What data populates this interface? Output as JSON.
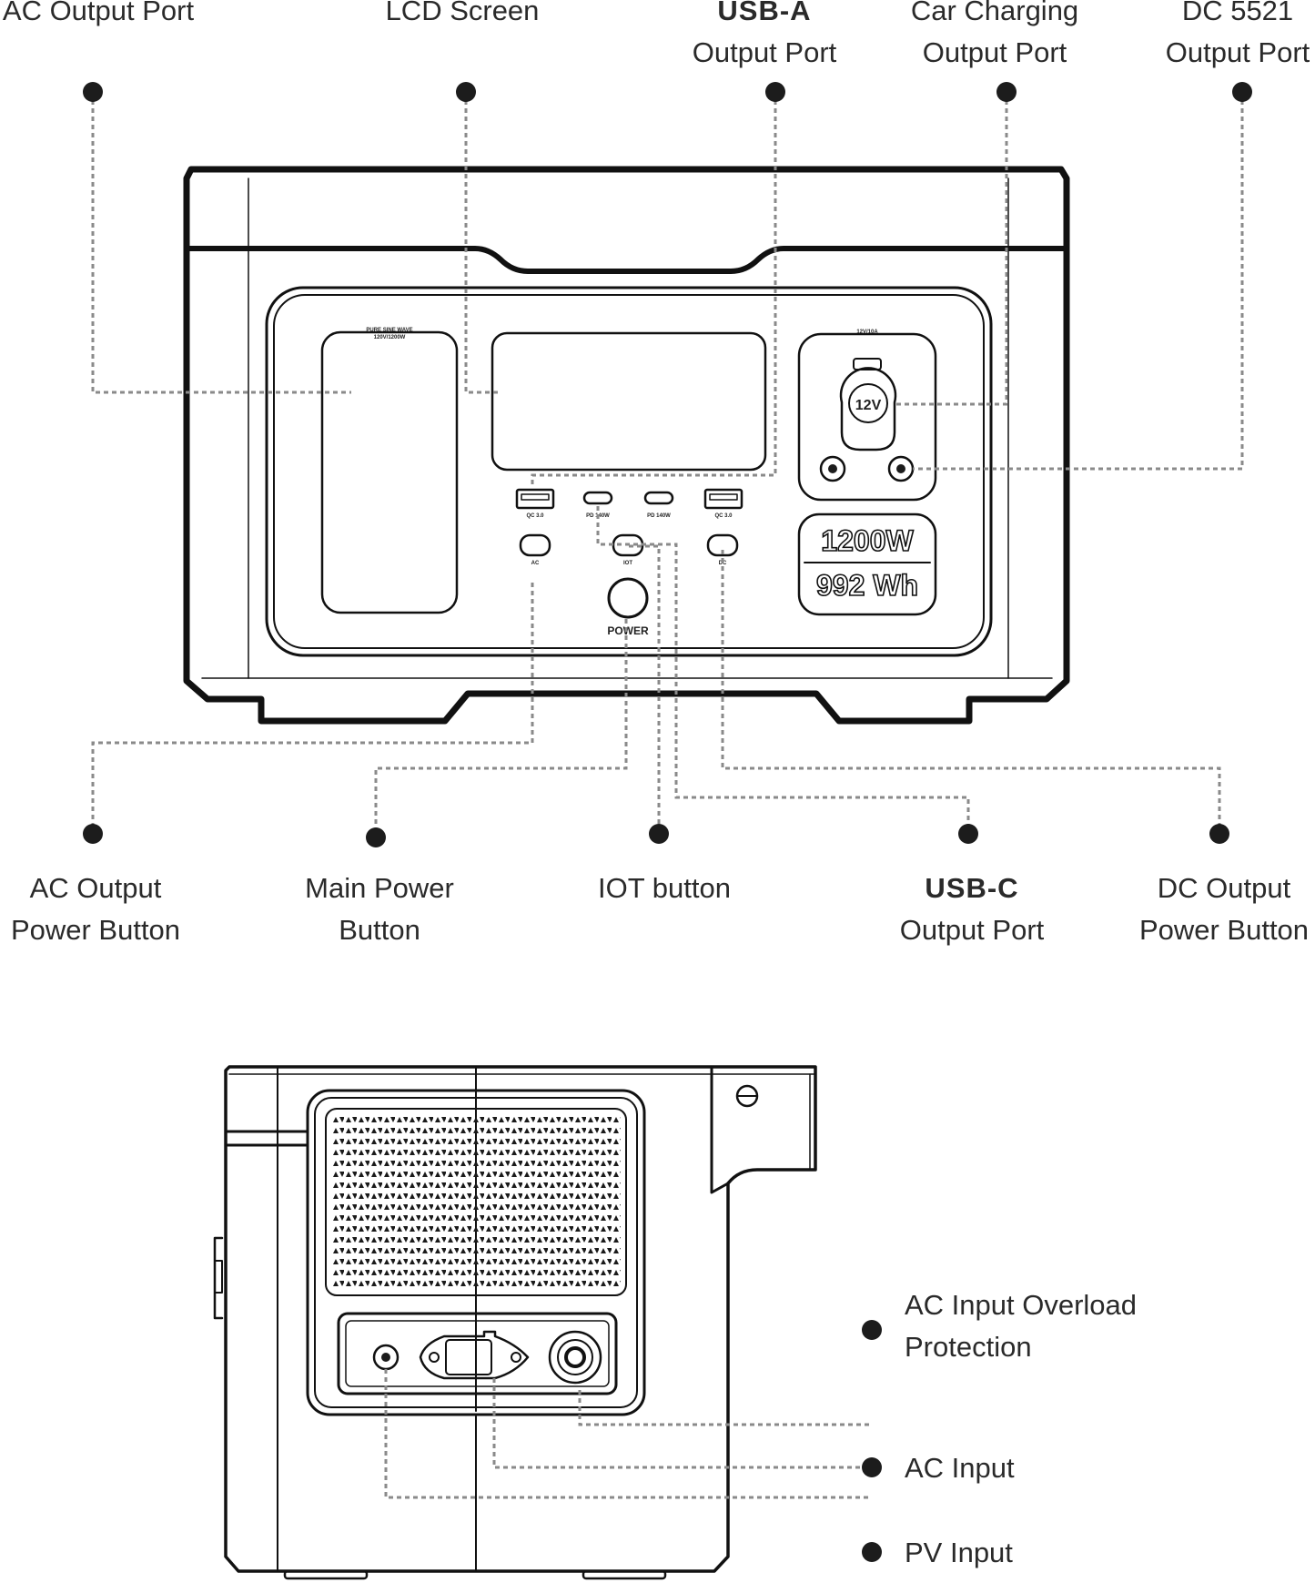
{
  "front_view": {
    "top_labels": [
      {
        "id": "ac-output-port",
        "lines": [
          "AC Output Port"
        ],
        "bold_first": false
      },
      {
        "id": "lcd-screen",
        "lines": [
          "LCD Screen"
        ],
        "bold_first": false
      },
      {
        "id": "usb-a-output-port",
        "lines": [
          "USB-A",
          "Output Port"
        ],
        "bold_first": true
      },
      {
        "id": "car-charging-output-port",
        "lines": [
          "Car Charging",
          "Output Port"
        ],
        "bold_first": false
      },
      {
        "id": "dc-5521-output-port",
        "lines": [
          "DC 5521",
          "Output Port"
        ],
        "bold_first": false
      }
    ],
    "bottom_labels": [
      {
        "id": "ac-output-power-button",
        "lines": [
          "AC Output",
          "Power Button"
        ],
        "bold_first": false
      },
      {
        "id": "main-power-button",
        "lines": [
          "Main Power",
          "Button"
        ],
        "bold_first": false
      },
      {
        "id": "iot-button",
        "lines": [
          "IOT button"
        ],
        "bold_first": false
      },
      {
        "id": "usb-c-output-port",
        "lines": [
          "USB-C",
          "Output Port"
        ],
        "bold_first": true
      },
      {
        "id": "dc-output-power-button",
        "lines": [
          "DC Output",
          "Power Button"
        ],
        "bold_first": false
      }
    ],
    "device_text": {
      "ac_outlet_line1": "PURE SINE WAVE",
      "ac_outlet_line2": "120V/1200W",
      "car_port_rating": "12V/10A",
      "car_port_symbol": "12V",
      "usb_a_left": "QC 3.0",
      "usb_c_left": "PD 140W",
      "usb_c_right": "PD 140W",
      "usb_a_right": "QC 3.0",
      "btn_ac": "AC",
      "btn_iot": "IOT",
      "btn_dc": "DC",
      "power": "POWER",
      "output_watts": "1200W",
      "capacity": "992 Wh"
    }
  },
  "side_view": {
    "labels": [
      {
        "id": "ac-input-overload-protection",
        "lines": [
          "AC Input Overload",
          "Protection"
        ]
      },
      {
        "id": "ac-input",
        "lines": [
          "AC Input"
        ]
      },
      {
        "id": "pv-input",
        "lines": [
          "PV Input"
        ]
      }
    ]
  }
}
